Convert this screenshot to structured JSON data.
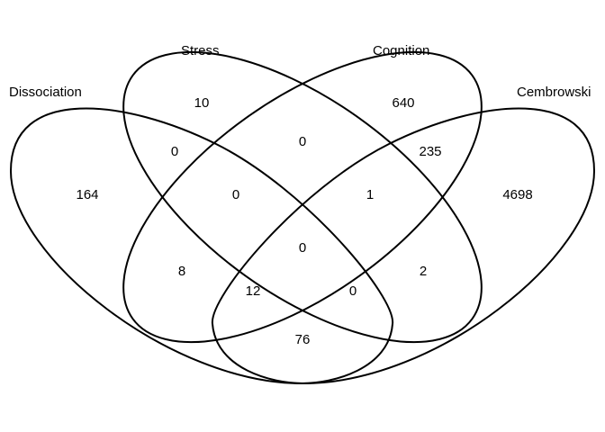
{
  "sets": [
    {
      "id": "dissociation",
      "name": "Dissociation"
    },
    {
      "id": "stress",
      "name": "Stress"
    },
    {
      "id": "cognition",
      "name": "Cognition"
    },
    {
      "id": "cembrowski",
      "name": "Cembrowski"
    }
  ],
  "regions": [
    {
      "id": "stress-only",
      "sets": [
        "stress"
      ],
      "count": "10"
    },
    {
      "id": "cognition-only",
      "sets": [
        "cognition"
      ],
      "count": "640"
    },
    {
      "id": "dissociation-stress",
      "sets": [
        "dissociation",
        "stress"
      ],
      "count": "0"
    },
    {
      "id": "stress-cognition",
      "sets": [
        "stress",
        "cognition"
      ],
      "count": "0"
    },
    {
      "id": "cognition-cembrowski",
      "sets": [
        "cognition",
        "cembrowski"
      ],
      "count": "235"
    },
    {
      "id": "dissociation-only",
      "sets": [
        "dissociation"
      ],
      "count": "164"
    },
    {
      "id": "dissociation-stress-cognition",
      "sets": [
        "dissociation",
        "stress",
        "cognition"
      ],
      "count": "0"
    },
    {
      "id": "stress-cognition-cembrowski",
      "sets": [
        "stress",
        "cognition",
        "cembrowski"
      ],
      "count": "1"
    },
    {
      "id": "cembrowski-only",
      "sets": [
        "cembrowski"
      ],
      "count": "4698"
    },
    {
      "id": "all-four",
      "sets": [
        "dissociation",
        "stress",
        "cognition",
        "cembrowski"
      ],
      "count": "0"
    },
    {
      "id": "dissociation-cognition",
      "sets": [
        "dissociation",
        "cognition"
      ],
      "count": "8"
    },
    {
      "id": "stress-cembrowski",
      "sets": [
        "stress",
        "cembrowski"
      ],
      "count": "2"
    },
    {
      "id": "dissociation-cognition-cembrowski",
      "sets": [
        "dissociation",
        "cognition",
        "cembrowski"
      ],
      "count": "12"
    },
    {
      "id": "dissociation-stress-cembrowski",
      "sets": [
        "dissociation",
        "stress",
        "cembrowski"
      ],
      "count": "0"
    },
    {
      "id": "dissociation-cembrowski",
      "sets": [
        "dissociation",
        "cembrowski"
      ],
      "count": "76"
    }
  ]
}
